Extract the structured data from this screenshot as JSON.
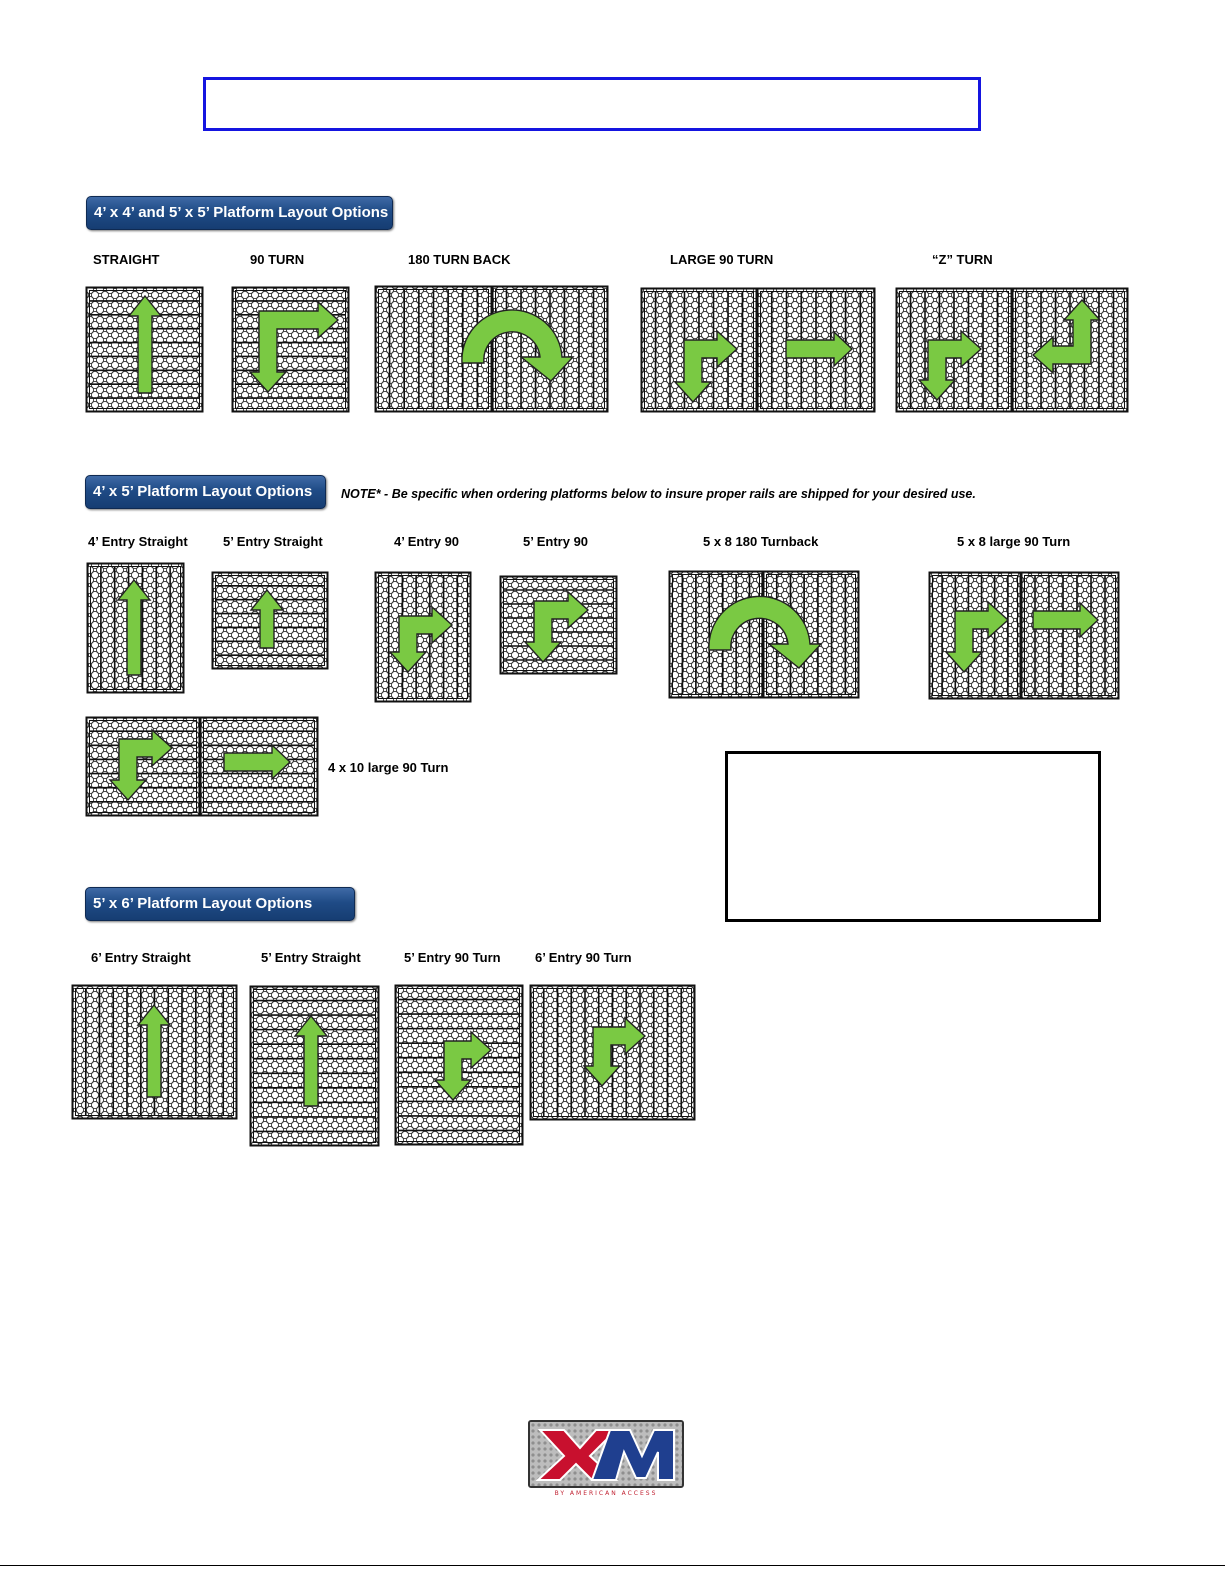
{
  "section1": {
    "badge": "4’ x 4’  and 5’ x 5’ Platform Layout Options",
    "labels": [
      "STRAIGHT",
      "90 TURN",
      "180 TURN BACK",
      "LARGE 90 TURN",
      "“Z” TURN"
    ]
  },
  "section2": {
    "badge": "4’ x 5’ Platform Layout Options",
    "note": "NOTE* - Be specific when ordering platforms below to insure proper rails are shipped for your desired use.",
    "labels": [
      "4’ Entry Straight",
      "5’ Entry Straight",
      "4’ Entry 90",
      "5’ Entry 90",
      "5 x 8 180 Turnback",
      "5 x 8 large 90 Turn",
      "4 x 10  large 90 Turn"
    ]
  },
  "section3": {
    "badge": "5’ x 6’ Platform Layout Options",
    "labels": [
      "6’ Entry Straight",
      "5’ Entry Straight",
      "5’ Entry 90 Turn",
      "6’ Entry 90 Turn"
    ]
  },
  "logo": {
    "text": "XM",
    "tagline": "BY AMERICAN ACCESS",
    "colors": {
      "x": "#c8102e",
      "m": "#1f3f8f",
      "plate": "#c8c8c8"
    }
  },
  "colors": {
    "title_border": "#1515e0",
    "arrow_fill": "#7ac943",
    "badge": "#1f4b86"
  }
}
